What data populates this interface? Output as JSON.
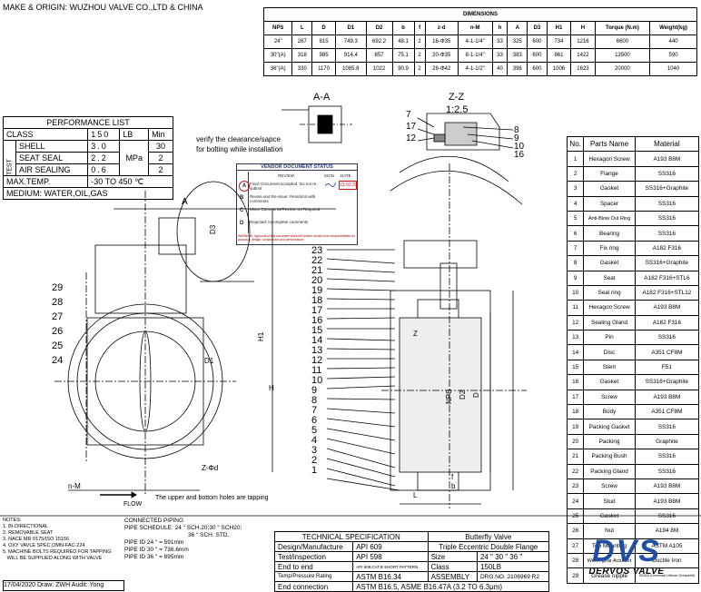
{
  "header": {
    "make": "MAKE & ORIGIN: WUZHOU VALVE CO.,LTD & CHINA"
  },
  "dimensions": {
    "title": "DIMENSIONS",
    "columns": [
      "NPS",
      "L",
      "D",
      "D1",
      "D2",
      "b",
      "f",
      "z-d",
      "n-M",
      "h",
      "A",
      "D3",
      "H1",
      "H",
      "Torque (N.m)",
      "Weight(kg)"
    ],
    "rows": [
      [
        "24\"",
        "267",
        "815",
        "749.3",
        "692.2",
        "48.1",
        "2",
        "16-Φ35",
        "4-1-1/4\"",
        "33",
        "325",
        "600",
        "734",
        "1216",
        "6600",
        "440"
      ],
      [
        "30\"(A)",
        "318",
        "985",
        "914.4",
        "857",
        "75.1",
        "2",
        "20-Φ35",
        "8-1-1/4\"",
        "33",
        "383",
        "600",
        "861",
        "1422",
        "13500",
        "590"
      ],
      [
        "36\"(A)",
        "330",
        "1170",
        "1085.8",
        "1022",
        "90.9",
        "2",
        "28-Φ42",
        "4-1-1/2\"",
        "40",
        "398",
        "600",
        "1006",
        "1623",
        "20000",
        "1040"
      ]
    ]
  },
  "performance": {
    "title": "PERFORMANCE LIST",
    "class_label": "CLASS",
    "class_value": "150",
    "class_unit": "LB",
    "class_min": "Min",
    "test_label": "TEST",
    "rows": [
      {
        "name": "SHELL",
        "value": "3.0",
        "min": "30"
      },
      {
        "name": "SEAT SEAL",
        "value": "2.2",
        "min": "2"
      },
      {
        "name": "AIR SEALING",
        "value": "0.6",
        "min": "2"
      }
    ],
    "unit": "MPa",
    "max_temp_label": "MAX.TEMP.",
    "max_temp_value": "-30 TO 450 ℃",
    "medium": "MEDIUM: WATER,OIL,GAS"
  },
  "verify_note": [
    "verify the clearance/sapce",
    "for bolting while installation"
  ],
  "section_labels": {
    "aa": "A-A",
    "zz": "Z-Z",
    "zz_scale": "1:2.5"
  },
  "vendor_stamp": {
    "title": "VENDOR DOCUMENT STATUS",
    "header": "REVIEW",
    "codes": [
      "A",
      "B",
      "C",
      "D"
    ],
    "rows": [
      "Final: Document accepted. Do not re-submit",
      "Revise and Re-issue: Resubmit with comments",
      "Minor Comments/Review not Required",
      "Rejected: Incomplete comments"
    ],
    "sign": "SIGN",
    "date": "DATE",
    "stamp_date": "23.03.20",
    "warning": "WARNING: Approval of this document does not relieve vendor from responsibilities for accuracy, design, construction and performance."
  },
  "parts": {
    "headers": [
      "No.",
      "Parts Name",
      "Material"
    ],
    "rows": [
      [
        "1",
        "Hexagon Screw",
        "A193 B8M"
      ],
      [
        "2",
        "Flange",
        "SS316"
      ],
      [
        "3",
        "Gasket",
        "SS316+Graphite"
      ],
      [
        "4",
        "Spacer",
        "SS316"
      ],
      [
        "5",
        "Anti-Blow Out Ring",
        "SS316"
      ],
      [
        "6",
        "Bearing",
        "SS316"
      ],
      [
        "7",
        "Fix ring",
        "A182 F316"
      ],
      [
        "8",
        "Gasket",
        "SS316+Graphite"
      ],
      [
        "9",
        "Seat",
        "A182 F316+STL6"
      ],
      [
        "10",
        "Seal ring",
        "A182 F316+STL12"
      ],
      [
        "11",
        "Hexagon Screw",
        "A193 B8M"
      ],
      [
        "12",
        "Sealing Gland",
        "A182 F316"
      ],
      [
        "13",
        "Pin",
        "SS316"
      ],
      [
        "14",
        "Disc",
        "A351 CF8M"
      ],
      [
        "15",
        "Stem",
        "F51"
      ],
      [
        "16",
        "Gasket",
        "SS316+Graphite"
      ],
      [
        "17",
        "Screw",
        "A193 B8M"
      ],
      [
        "18",
        "Body",
        "A351 CF8M"
      ],
      [
        "19",
        "Packing Gasket",
        "SS316"
      ],
      [
        "20",
        "Packing",
        "Graphite"
      ],
      [
        "21",
        "Packing Bush",
        "SS316"
      ],
      [
        "22",
        "Packing Gland",
        "SS316"
      ],
      [
        "23",
        "Screw",
        "A193 B8M"
      ],
      [
        "24",
        "Stud",
        "A193 B8M"
      ],
      [
        "25",
        "Gasket",
        "SS316"
      ],
      [
        "26",
        "Nut",
        "A194 8M"
      ],
      [
        "27",
        "Top Mounting",
        "ASTM A105"
      ],
      [
        "28",
        "Worm gear Actuator",
        "Ductile Iron"
      ],
      [
        "29",
        "Grease nipple",
        "SS316 (Universal Lithium Grease#0)"
      ]
    ]
  },
  "left_view_labels": {
    "a": "A",
    "d3": "D3",
    "h1": "H1",
    "h": "H",
    "d1": "D1",
    "zd": "Z-Φd",
    "nm": "n-M",
    "flow": "FLOW",
    "taps": "The upper and bottom holes are tapping",
    "callouts": [
      "29",
      "28",
      "27",
      "26",
      "25",
      "24"
    ]
  },
  "right_view_labels": {
    "callouts_left": [
      "23",
      "22",
      "21",
      "20",
      "19",
      "18",
      "17",
      "16",
      "15",
      "14",
      "13",
      "12",
      "11",
      "10",
      "9",
      "8",
      "7",
      "6",
      "5",
      "4",
      "3",
      "2",
      "1"
    ],
    "z": "Z",
    "nps": "NPS",
    "d2": "D2",
    "d": "D",
    "f": "f",
    "b": "b",
    "l": "L",
    "zz_callouts_left": [
      "7",
      "17",
      "12"
    ],
    "zz_callouts_right": [
      "8",
      "9",
      "10",
      "16"
    ]
  },
  "notes": {
    "title": "NOTES:",
    "items": [
      "1. BI-DIRECTIONAL",
      "2. REMOVABLE SEAT",
      "3. NACE MR 0175/ISO 15156",
      "4. OXY VAVLE SPEC,OMN-FAC-224",
      "5. MACHINE BOLTS REQUIRED FOR TAPPING",
      "   WILL BE SUPPLIED ALONG WITH VALVE"
    ],
    "date": "17/04/2020",
    "draw_label": "Draw:",
    "draw": "ZWH",
    "audit_label": "Audit:",
    "audit": "Yong"
  },
  "piping": {
    "title": "CONNECTED PIPING",
    "lines": [
      "PIPE SCHEDULE: 24 \" SCH.20:30 \" SCH20;",
      "36 \" SCH. STD.",
      "PIPE ID 24 \" = 591mm",
      "PIPE ID 30 \" = 736.6mm",
      "PIPE ID 36 \" = 895mm"
    ]
  },
  "tech_spec": {
    "title": "TECHNICAL SPECIFICATION",
    "rows": [
      [
        "Design/Manufacture",
        "API 609"
      ],
      [
        "Test/inspection",
        "API 598"
      ],
      [
        "End to end",
        "API 609,CAT.B SHORT PATTERN"
      ],
      [
        "Temp/Pressure Rating",
        "ASTM B16.34"
      ],
      [
        "End connection",
        "ASTM B16.5, ASME B16.47A (3.2 TO 6.3μm)"
      ]
    ]
  },
  "product": {
    "name": "Butterfly Valve",
    "type": "Triple Eccentric Double Flange",
    "size_label": "Size",
    "size": "24 \" 30 \" 36 \"",
    "class_label": "Class",
    "class": "150LB",
    "assembly_label": "ASSEMBLY",
    "drg": "DRG.NO. 2106969 R2"
  },
  "brand": {
    "logo": "DVS",
    "name": "DERVOS VALVE",
    "color": "#1e4fa3"
  }
}
